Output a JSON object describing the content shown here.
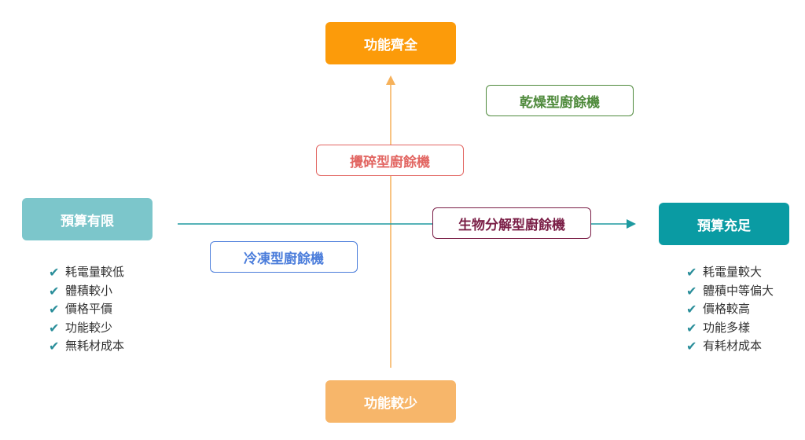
{
  "axes": {
    "vertical_color": "#F6B15A",
    "horizontal_color": "#1E9AA0"
  },
  "poles": {
    "top": {
      "label": "功能齊全",
      "color": "#FC9B0A"
    },
    "bottom": {
      "label": "功能較少",
      "color": "#F7B66A"
    },
    "left": {
      "label": "預算有限",
      "color": "#7CC6CB"
    },
    "right": {
      "label": "預算充足",
      "color": "#0A9BA3"
    }
  },
  "products": {
    "dry": {
      "label": "乾燥型廚餘機",
      "color": "#4F8A3C"
    },
    "grind": {
      "label": "攪碎型廚餘機",
      "color": "#E26662"
    },
    "bio": {
      "label": "生物分解型廚餘機",
      "color": "#7A1E46"
    },
    "freeze": {
      "label": "冷凍型廚餘機",
      "color": "#4B7DDB"
    }
  },
  "lists": {
    "check_glyph": "✔",
    "left": {
      "check_color": "#2A8E9A",
      "items": [
        "耗電量較低",
        "體積較小",
        "價格平價",
        "功能較少",
        "無耗材成本"
      ]
    },
    "right": {
      "check_color": "#2A8E9A",
      "items": [
        "耗電量較大",
        "體積中等偏大",
        "價格較高",
        "功能多樣",
        "有耗材成本"
      ]
    }
  }
}
